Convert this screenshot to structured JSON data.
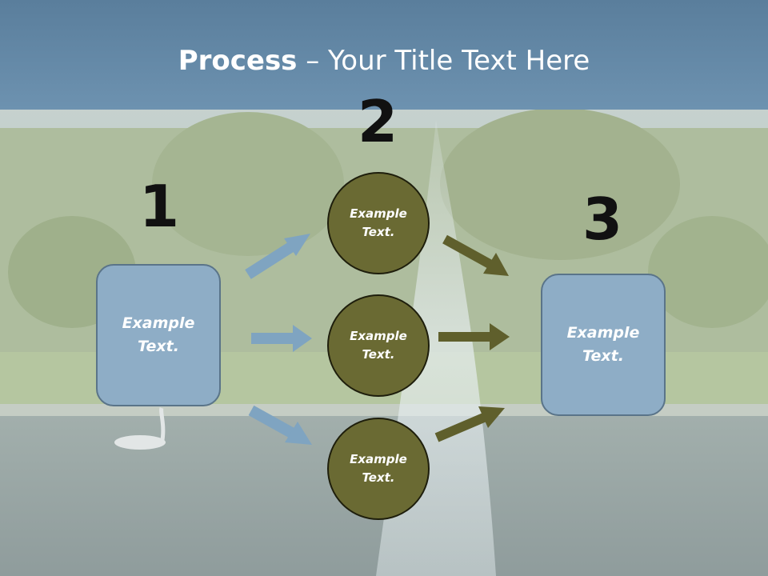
{
  "title": {
    "bold": "Process",
    "rest": " – Your Title Text Here"
  },
  "numbers": {
    "one": "1",
    "two": "2",
    "three": "3"
  },
  "left_box": "Example\nText.",
  "right_box": "Example\nText.",
  "circles": [
    "Example\nText.",
    "Example\nText.",
    "Example\nText."
  ],
  "colors": {
    "header": "#6d92b0",
    "box": "#8eadc6",
    "circle": "#6a6a33",
    "arrow_blue": "#7fa4c1",
    "arrow_olive": "#5f5f2c"
  }
}
